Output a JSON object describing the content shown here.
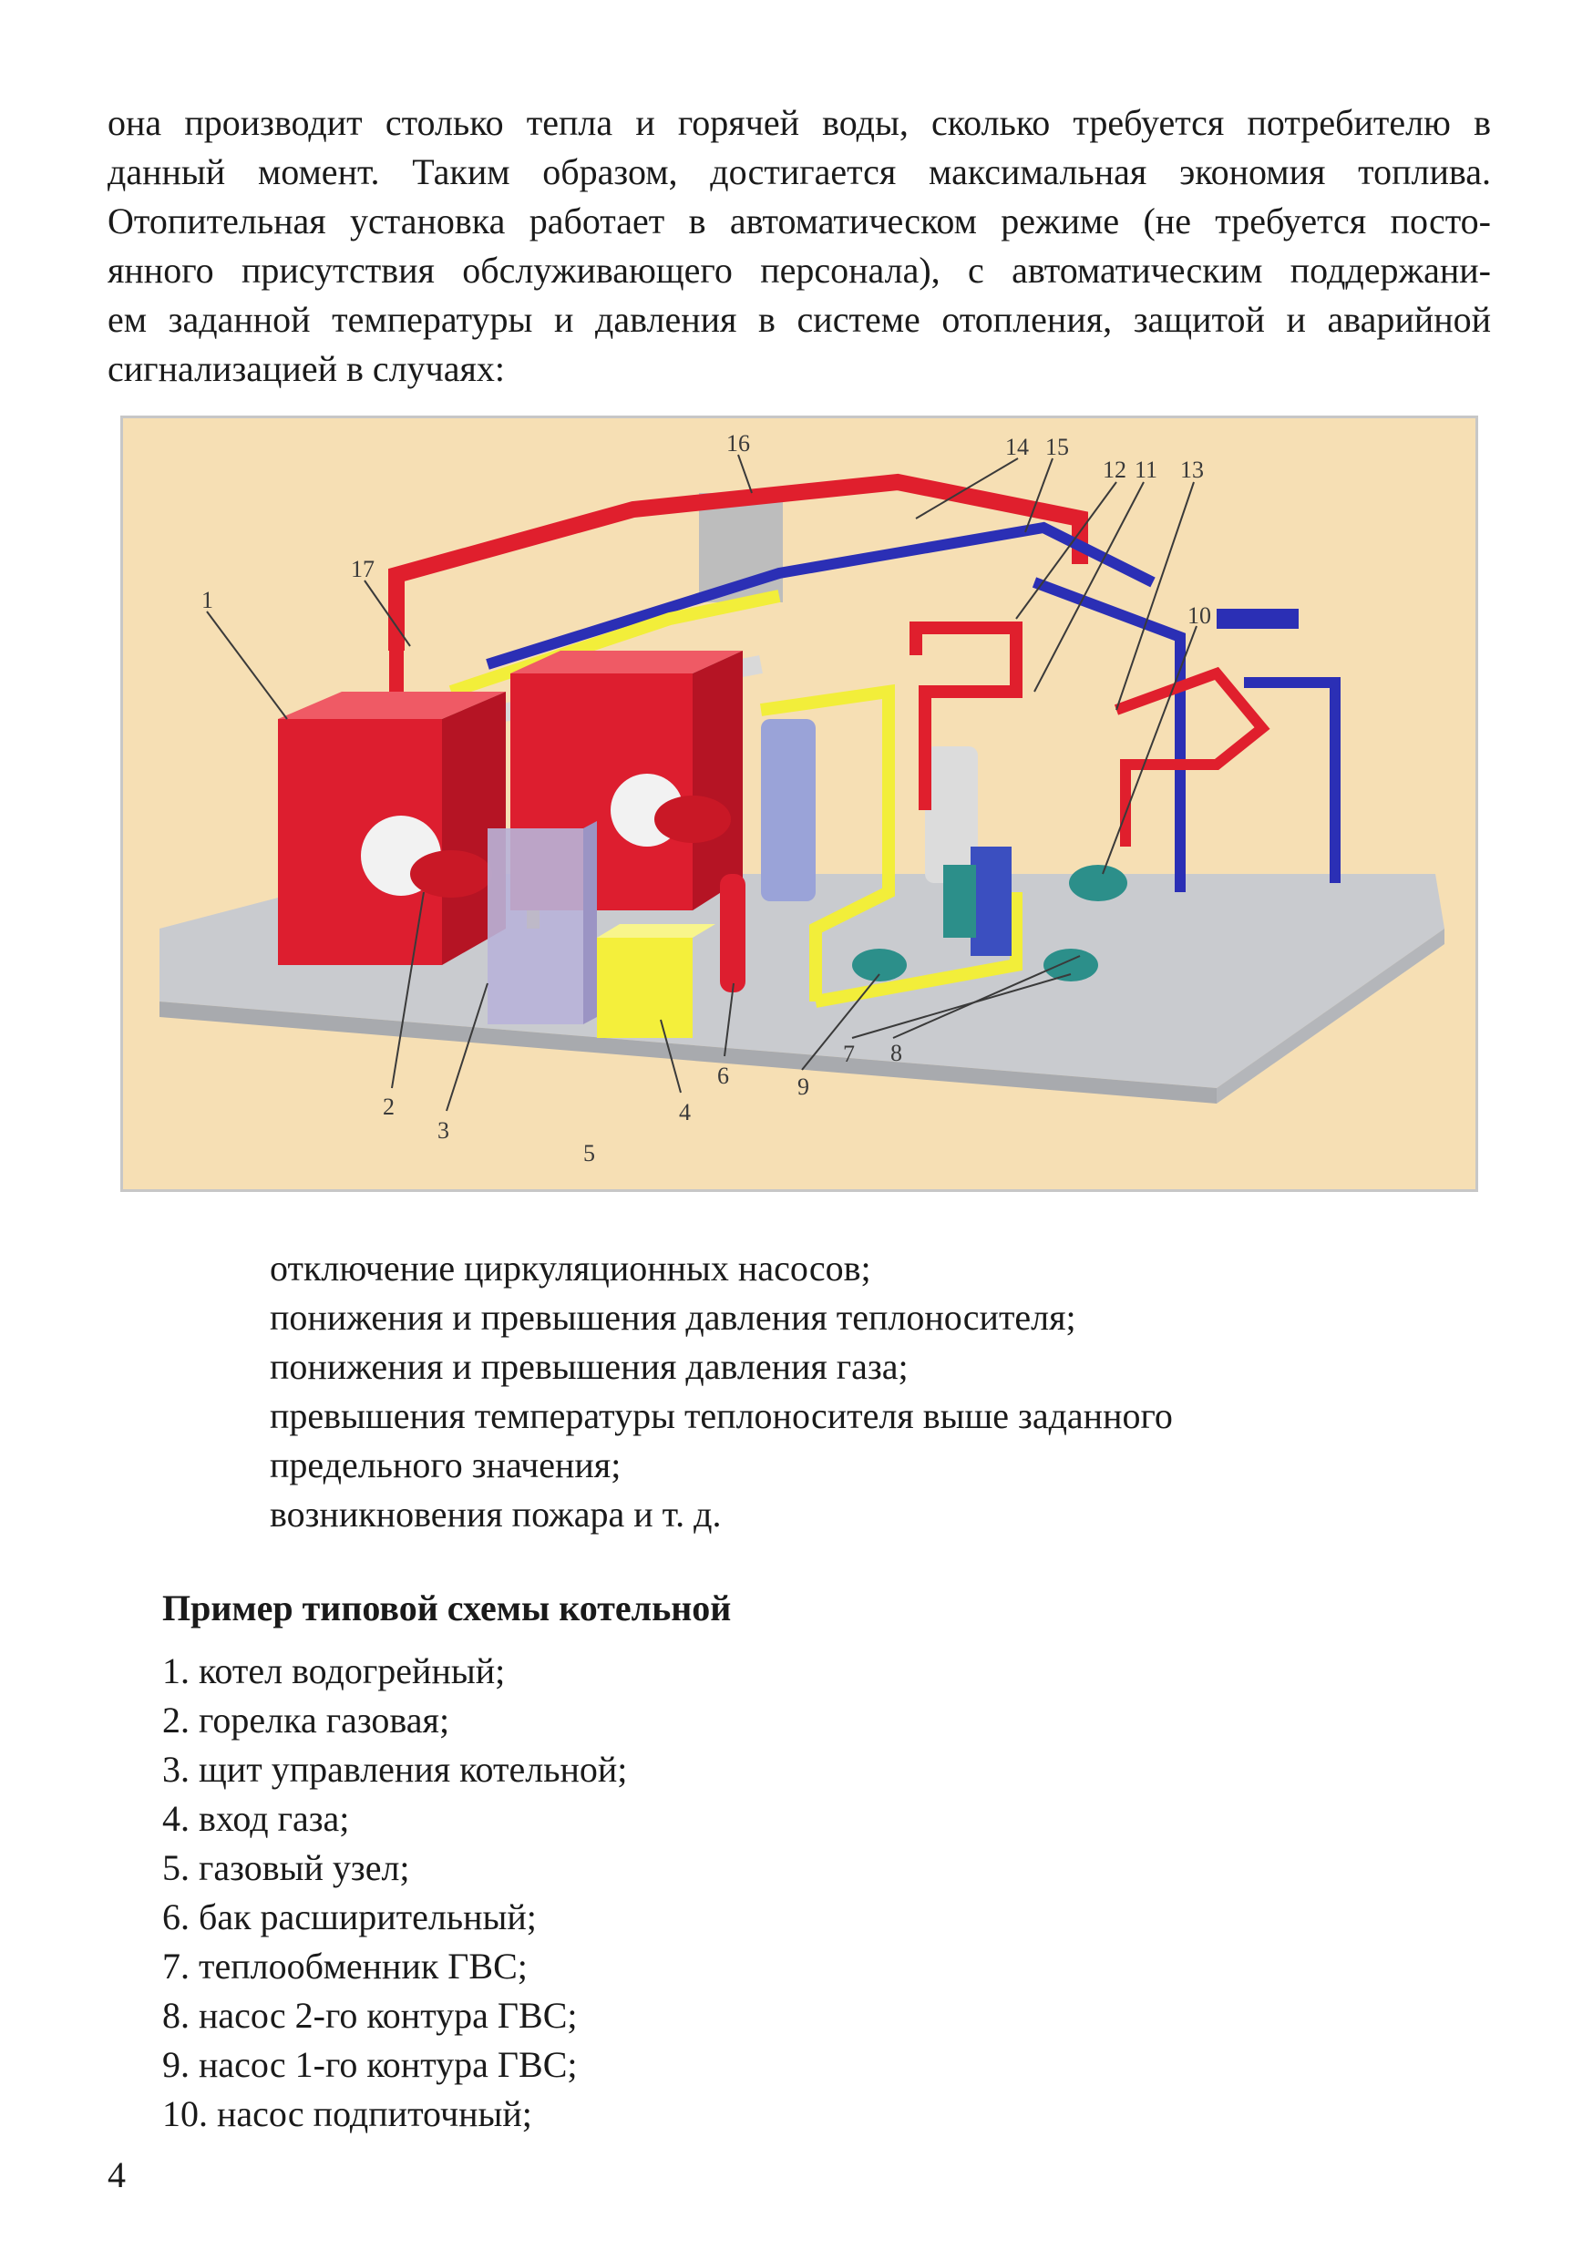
{
  "intro_lines": [
    "она производит столько тепла и горячей воды, сколько требуется потребителю в",
    "данный момент. Таким образом, достигается максимальная экономия топлива.",
    "Отопительная установка работает в автоматическом режиме (не требуется посто-",
    "янного присутствия обслуживающего персонала), с автоматическим поддержани-",
    "ем заданной температуры и давления в системе отопления, защитой и аварийной",
    "сигнализацией в случаях:"
  ],
  "figure": {
    "callouts": [
      "1",
      "2",
      "3",
      "4",
      "5",
      "6",
      "7",
      "8",
      "9",
      "10",
      "11",
      "12",
      "13",
      "14",
      "15",
      "16",
      "17"
    ],
    "colors": {
      "background": "#f6dfb4",
      "floor": "#c9cbcf",
      "boiler": "#dd1e2f",
      "supply_pipe": "#e01f2d",
      "return_pipe": "#2b2fb5",
      "gas_pipe": "#f2ee3a",
      "panel": "#b8b2d8",
      "tank": "#9aa3d8"
    }
  },
  "conditions": [
    "отключение циркуляционных насосов;",
    "понижения и превышения давления теплоносителя;",
    "понижения и превышения давления газа;",
    "превышения температуры теплоносителя выше заданного",
    "предельного значения;",
    "возникновения пожара и т. д."
  ],
  "legend_title": "Пример типовой схемы котельной",
  "legend": [
    "1. котел водогрейный;",
    "2. горелка газовая;",
    "3. щит управления котельной;",
    "4. вход газа;",
    "5. газовый узел;",
    "6. бак расширительный;",
    "7. теплообменник ГВС;",
    "8. насос 2-го контура ГВС;",
    "9. насос 1-го контура ГВС;",
    "10. насос подпиточный;"
  ],
  "page_number": "4"
}
